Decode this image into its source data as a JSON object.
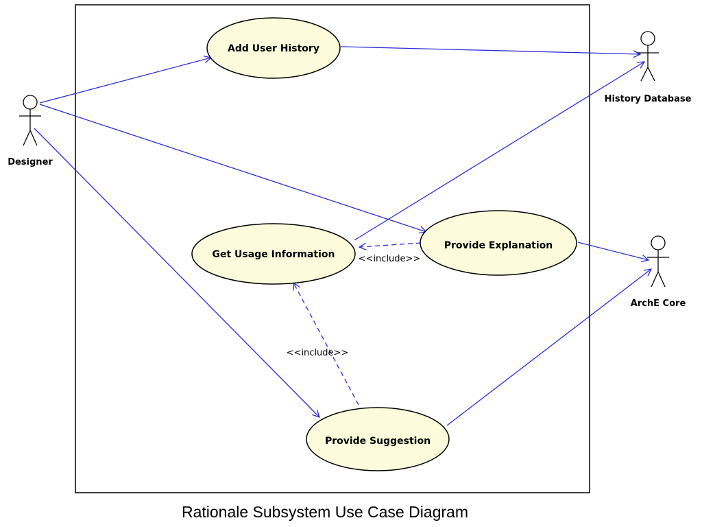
{
  "caption": "Rationale Subsystem Use Case Diagram",
  "colors": {
    "usecase_fill": "#fcfcdc",
    "usecase_stroke": "#000000",
    "association": "#2b2bd6",
    "boundary": "#000000"
  },
  "actors": {
    "designer": "Designer",
    "history_db": "History Database",
    "arche_core": "ArchE Core"
  },
  "use_cases": {
    "add_user_history": "Add User History",
    "get_usage_information": "Get Usage Information",
    "provide_explanation": "Provide Explanation",
    "provide_suggestion": "Provide Suggestion"
  },
  "relations": {
    "include_1": "<<include>>",
    "include_2": "<<include>>"
  }
}
